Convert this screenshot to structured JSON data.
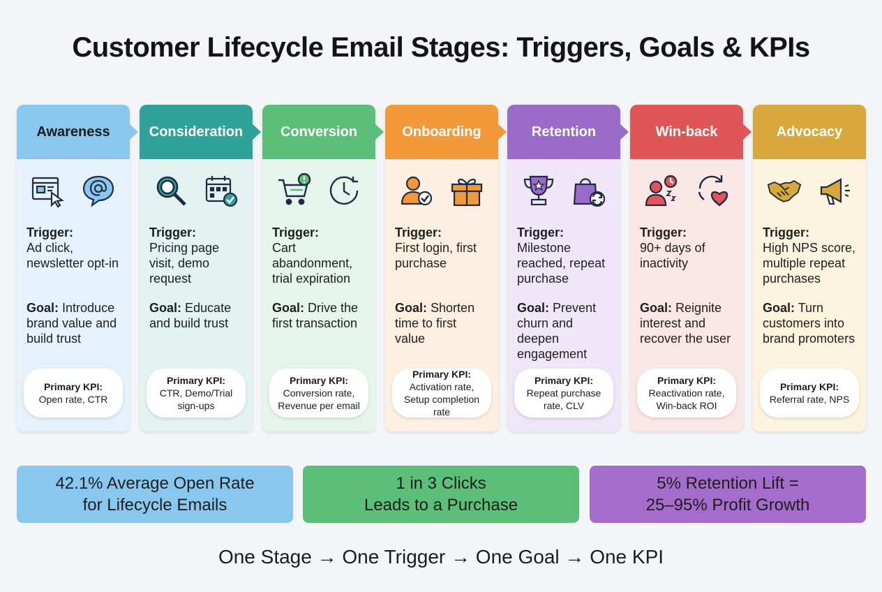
{
  "title": "Customer Lifecycle Email Stages: Triggers, Goals & KPIs",
  "trigger_label": "Trigger:",
  "goal_label": "Goal:",
  "kpi_label": "Primary KPI:",
  "stages": [
    {
      "name": "Awareness",
      "color": "#8ac7ee",
      "bg": "#e6f2fb",
      "dark_head": true,
      "icons": [
        "browser-click-icon",
        "email-at-icon"
      ],
      "trigger": "Ad click, newsletter opt-in",
      "goal": "Introduce brand value and build trust",
      "kpi": "Open rate, CTR"
    },
    {
      "name": "Consideration",
      "color": "#2fa39a",
      "bg": "#e3f3f1",
      "dark_head": false,
      "icons": [
        "magnifier-icon",
        "calendar-check-icon"
      ],
      "trigger": "Pricing page visit, demo request",
      "goal": "Educate and build trust",
      "kpi": "CTR, Demo/Trial sign-ups"
    },
    {
      "name": "Conversion",
      "color": "#5cbf79",
      "bg": "#e6f5eb",
      "dark_head": false,
      "icons": [
        "cart-alert-icon",
        "clock-icon"
      ],
      "trigger": "Cart abandonment, trial expiration",
      "goal": "Drive the first transaction",
      "kpi": "Conversion rate, Revenue per email"
    },
    {
      "name": "Onboarding",
      "color": "#f2993a",
      "bg": "#fdf0e1",
      "dark_head": false,
      "icons": [
        "user-check-icon",
        "gift-icon"
      ],
      "trigger": "First login, first purchase",
      "goal": "Shorten time to first value",
      "kpi": "Activation rate, Setup completion rate"
    },
    {
      "name": "Retention",
      "color": "#9a6ac8",
      "bg": "#efe6f7",
      "dark_head": false,
      "icons": [
        "trophy-icon",
        "bag-repeat-icon"
      ],
      "trigger": "Milestone reached, repeat purchase",
      "goal": "Prevent churn and deepen engagement",
      "kpi": "Repeat purchase rate, CLV"
    },
    {
      "name": "Win-back",
      "color": "#e05656",
      "bg": "#fbe6e6",
      "dark_head": false,
      "icons": [
        "sleeping-user-icon",
        "heart-refresh-icon"
      ],
      "trigger": "90+ days of inactivity",
      "goal": "Reignite interest and recover the user",
      "kpi": "Reactivation rate, Win-back ROI"
    },
    {
      "name": "Advocacy",
      "color": "#d9a83c",
      "bg": "#fcf4df",
      "dark_head": false,
      "icons": [
        "handshake-icon",
        "megaphone-icon"
      ],
      "trigger": "High NPS score, multiple repeat purchases",
      "goal": "Turn customers into brand promoters",
      "kpi": "Referral rate, NPS"
    }
  ],
  "stats": [
    {
      "line1": "42.1% Average Open Rate",
      "line2": "for Lifecycle Emails",
      "color": "#8ac7ee"
    },
    {
      "line1": "1 in 3 Clicks",
      "line2": "Leads to a Purchase",
      "color": "#5cbf79"
    },
    {
      "line1": "5% Retention Lift =",
      "line2": "25–95% Profit Growth",
      "color": "#a46dcb"
    }
  ],
  "footer": "One Stage → One Trigger → One Goal → One KPI"
}
